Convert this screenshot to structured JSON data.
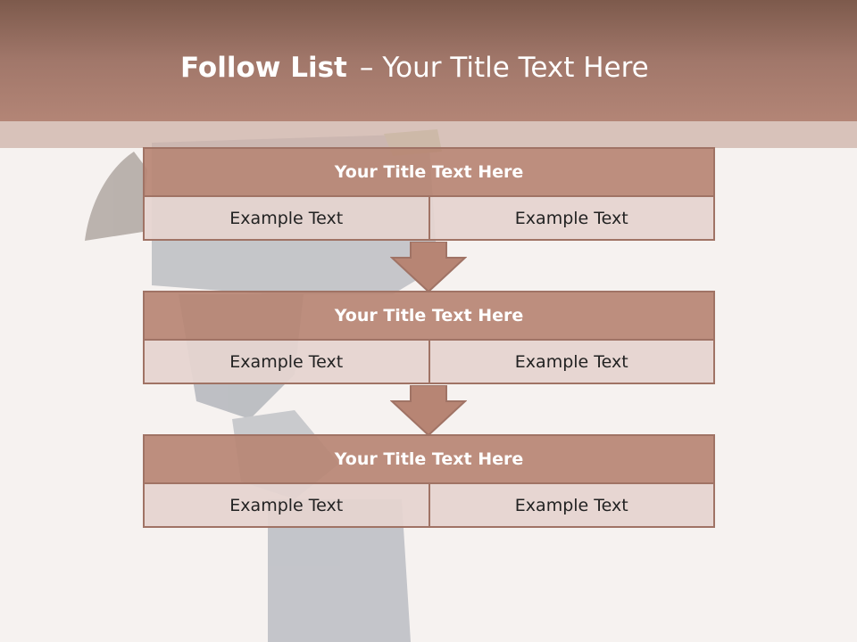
{
  "slide": {
    "title_bold": "Follow List",
    "title_separator": "–",
    "title_rest": "Your Title Text Here"
  },
  "blocks": [
    {
      "title": "Your Title Text Here",
      "cells": [
        "Example Text",
        "Example Text"
      ]
    },
    {
      "title": "Your Title Text Here",
      "cells": [
        "Example Text",
        "Example Text"
      ]
    },
    {
      "title": "Your Title Text Here",
      "cells": [
        "Example Text",
        "Example Text"
      ]
    }
  ],
  "colors": {
    "header": "#a1776a",
    "block_title": "#b78574",
    "block_row": "#e5d4d0",
    "border": "#a07365",
    "arrow": "#b78574"
  }
}
